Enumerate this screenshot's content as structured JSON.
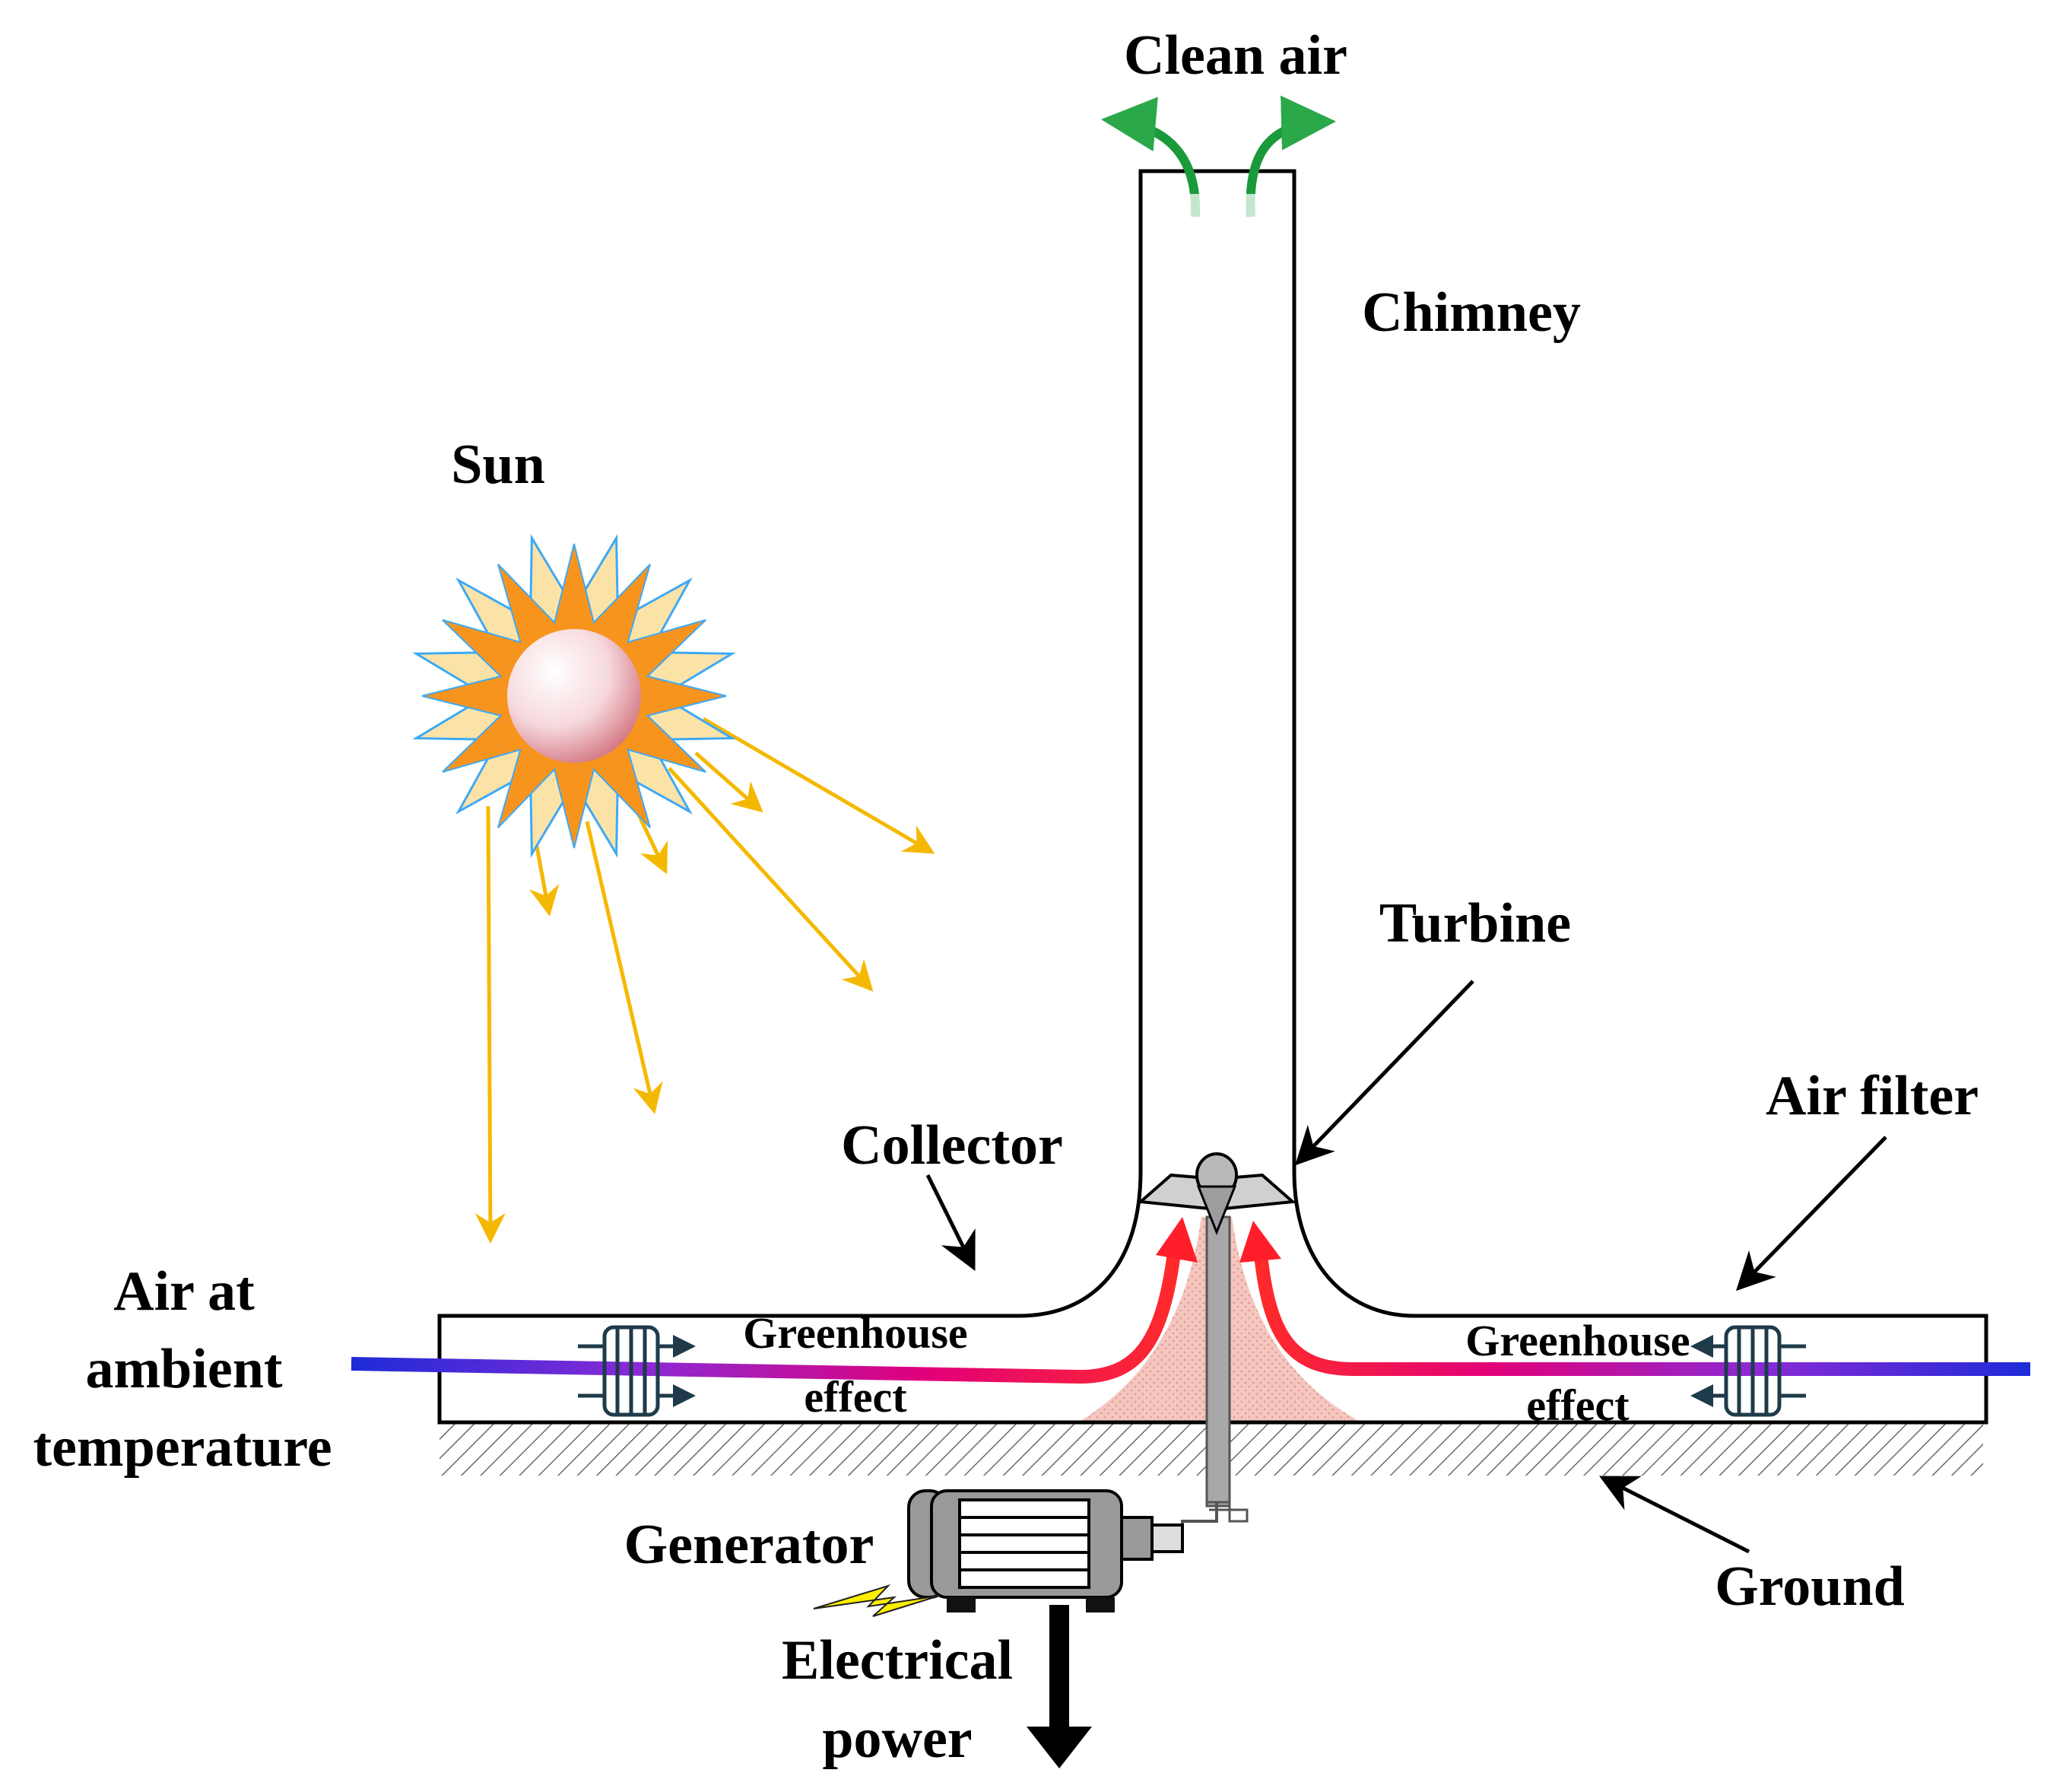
{
  "labels": {
    "clean_air": "Clean air",
    "chimney": "Chimney",
    "sun": "Sun",
    "turbine": "Turbine",
    "air_filter": "Air filter",
    "collector": "Collector",
    "air_at_ambient_line1": "Air at",
    "air_at_ambient_line2": "ambient",
    "air_at_ambient_line3": "temperature",
    "greenhouse_left_line1": "Greenhouse",
    "greenhouse_left_line2": "effect",
    "greenhouse_right_line1": "Greenhouse",
    "greenhouse_right_line2": "effect",
    "generator": "Generator",
    "electrical_line1": "Electrical",
    "electrical_line2": "power",
    "ground": "Ground"
  },
  "colors": {
    "outline": "#000000",
    "sun_rays": "#f5b800",
    "sun_outer_star": "#fbe3a8",
    "sun_inner_star": "#f7941d",
    "sun_star_stroke": "#3fa9f5",
    "clean_air_arrow": "#1a9a3a",
    "airflow_cold": "#2a2ae6",
    "airflow_warm": "#e2007a",
    "airflow_hot": "#e8102a",
    "heat_cone": "#f4c7c0",
    "filter": "#1f3a4a",
    "generator_body": "#999999",
    "lightning": "#ffee00"
  }
}
